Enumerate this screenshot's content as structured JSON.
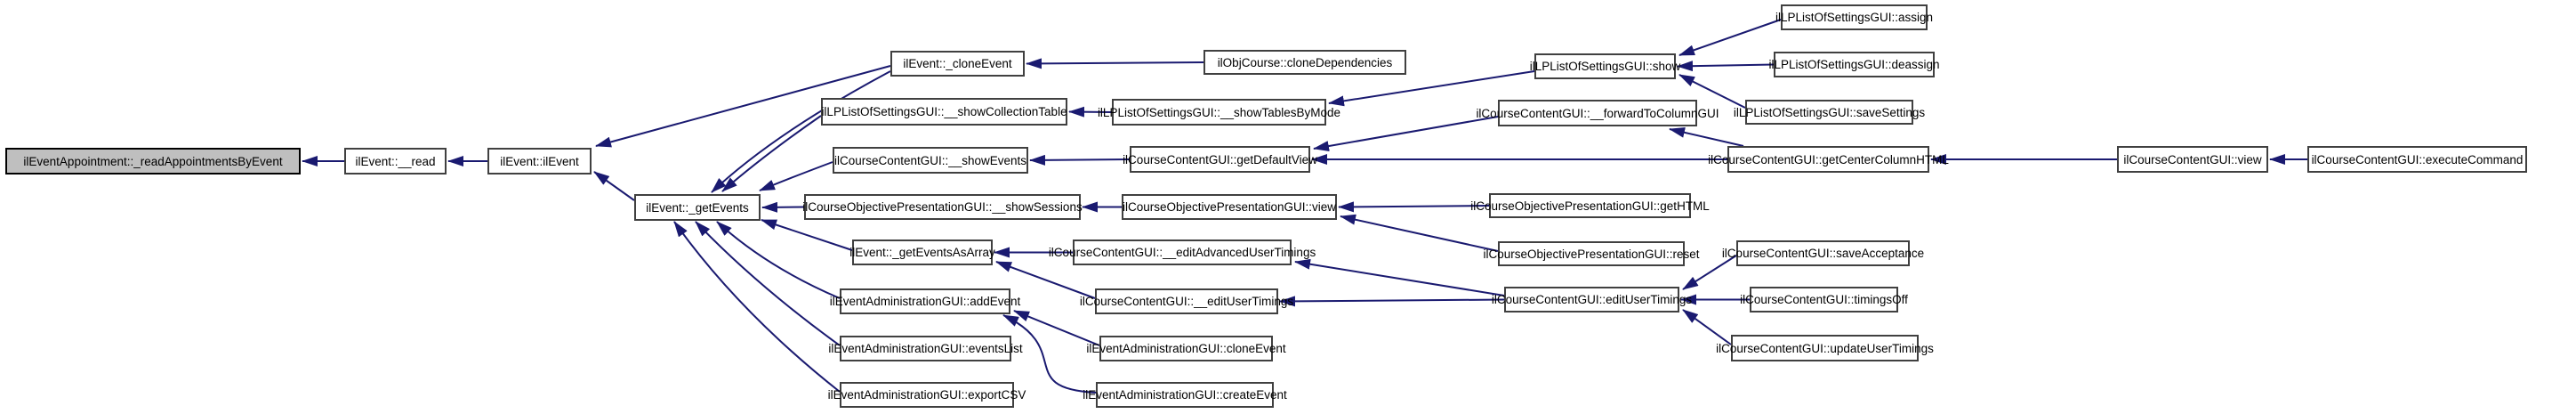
{
  "diagram": {
    "kind": "caller-graph",
    "highlighted_node": "ilEventAppointment::_readAppointmentsByEvent",
    "colors": {
      "background": "#ffffff",
      "edge": "#1a1a70",
      "node_fill": "#ffffff",
      "node_border": "#404040",
      "highlight_fill": "#bfbfbf",
      "highlight_border": "#000000",
      "text": "#000000"
    }
  },
  "nodes": [
    {
      "id": "readAppointmentsByEvent",
      "label": "ilEventAppointment::_readAppointmentsByEvent",
      "highlighted": true
    },
    {
      "id": "read",
      "label": "ilEvent::__read",
      "highlighted": false
    },
    {
      "id": "ctor",
      "label": "ilEvent::ilEvent",
      "highlighted": false
    },
    {
      "id": "getEvents",
      "label": "ilEvent::_getEvents",
      "highlighted": false
    },
    {
      "id": "cloneEvent",
      "label": "ilEvent::_cloneEvent",
      "highlighted": false
    },
    {
      "id": "showCollectionTable",
      "label": "ilLPListOfSettingsGUI::__showCollectionTable",
      "highlighted": false
    },
    {
      "id": "showEvents",
      "label": "ilCourseContentGUI::__showEvents",
      "highlighted": false
    },
    {
      "id": "showSessions",
      "label": "ilCourseObjectivePresentationGUI::__showSessions",
      "highlighted": false
    },
    {
      "id": "getEventsAsArray",
      "label": "ilEvent::_getEventsAsArray",
      "highlighted": false
    },
    {
      "id": "addEvent",
      "label": "ilEventAdministrationGUI::addEvent",
      "highlighted": false
    },
    {
      "id": "eventsList",
      "label": "ilEventAdministrationGUI::eventsList",
      "highlighted": false
    },
    {
      "id": "exportCSV",
      "label": "ilEventAdministrationGUI::exportCSV",
      "highlighted": false
    },
    {
      "id": "cloneDependencies",
      "label": "ilObjCourse::cloneDependencies",
      "highlighted": false
    },
    {
      "id": "showTablesByMode",
      "label": "ilLPListOfSettingsGUI::__showTablesByMode",
      "highlighted": false
    },
    {
      "id": "getDefaultView",
      "label": "ilCourseContentGUI::getDefaultView",
      "highlighted": false
    },
    {
      "id": "objView",
      "label": "ilCourseObjectivePresentationGUI::view",
      "highlighted": false
    },
    {
      "id": "editAdvancedUserTimings",
      "label": "ilCourseContentGUI::__editAdvancedUserTimings",
      "highlighted": false
    },
    {
      "id": "editUserTimingsPriv",
      "label": "ilCourseContentGUI::__editUserTimings",
      "highlighted": false
    },
    {
      "id": "adminCloneEvent",
      "label": "ilEventAdministrationGUI::cloneEvent",
      "highlighted": false
    },
    {
      "id": "createEvent",
      "label": "ilEventAdministrationGUI::createEvent",
      "highlighted": false
    },
    {
      "id": "show",
      "label": "ilLPListOfSettingsGUI::show",
      "highlighted": false
    },
    {
      "id": "forwardToColumnGUI",
      "label": "ilCourseContentGUI::__forwardToColumnGUI",
      "highlighted": false
    },
    {
      "id": "getHTML",
      "label": "ilCourseObjectivePresentationGUI::getHTML",
      "highlighted": false
    },
    {
      "id": "reset",
      "label": "ilCourseObjectivePresentationGUI::reset",
      "highlighted": false
    },
    {
      "id": "editUserTimings",
      "label": "ilCourseContentGUI::editUserTimings",
      "highlighted": false
    },
    {
      "id": "assign",
      "label": "ilLPListOfSettingsGUI::assign",
      "highlighted": false
    },
    {
      "id": "deassign",
      "label": "ilLPListOfSettingsGUI::deassign",
      "highlighted": false
    },
    {
      "id": "saveSettings",
      "label": "ilLPListOfSettingsGUI::saveSettings",
      "highlighted": false
    },
    {
      "id": "getCenterColumnHTML",
      "label": "ilCourseContentGUI::getCenterColumnHTML",
      "highlighted": false
    },
    {
      "id": "saveAcceptance",
      "label": "ilCourseContentGUI::saveAcceptance",
      "highlighted": false
    },
    {
      "id": "timingsOff",
      "label": "ilCourseContentGUI::timingsOff",
      "highlighted": false
    },
    {
      "id": "updateUserTimings",
      "label": "ilCourseContentGUI::updateUserTimings",
      "highlighted": false
    },
    {
      "id": "contentView",
      "label": "ilCourseContentGUI::view",
      "highlighted": false
    },
    {
      "id": "executeCommand",
      "label": "ilCourseContentGUI::executeCommand",
      "highlighted": false
    }
  ],
  "edges": [
    {
      "from": "read",
      "to": "readAppointmentsByEvent"
    },
    {
      "from": "ctor",
      "to": "read"
    },
    {
      "from": "cloneEvent",
      "to": "ctor"
    },
    {
      "from": "getEvents",
      "to": "ctor"
    },
    {
      "from": "cloneEvent",
      "to": "getEvents"
    },
    {
      "from": "showCollectionTable",
      "to": "getEvents"
    },
    {
      "from": "showEvents",
      "to": "getEvents"
    },
    {
      "from": "showSessions",
      "to": "getEvents"
    },
    {
      "from": "getEventsAsArray",
      "to": "getEvents"
    },
    {
      "from": "addEvent",
      "to": "getEvents"
    },
    {
      "from": "eventsList",
      "to": "getEvents"
    },
    {
      "from": "exportCSV",
      "to": "getEvents"
    },
    {
      "from": "cloneDependencies",
      "to": "cloneEvent"
    },
    {
      "from": "showTablesByMode",
      "to": "showCollectionTable"
    },
    {
      "from": "show",
      "to": "showTablesByMode"
    },
    {
      "from": "assign",
      "to": "show"
    },
    {
      "from": "deassign",
      "to": "show"
    },
    {
      "from": "saveSettings",
      "to": "show"
    },
    {
      "from": "getDefaultView",
      "to": "showEvents"
    },
    {
      "from": "forwardToColumnGUI",
      "to": "getDefaultView"
    },
    {
      "from": "getCenterColumnHTML",
      "to": "getDefaultView"
    },
    {
      "from": "getCenterColumnHTML",
      "to": "forwardToColumnGUI"
    },
    {
      "from": "contentView",
      "to": "getCenterColumnHTML"
    },
    {
      "from": "executeCommand",
      "to": "contentView"
    },
    {
      "from": "objView",
      "to": "showSessions"
    },
    {
      "from": "getHTML",
      "to": "objView"
    },
    {
      "from": "reset",
      "to": "objView"
    },
    {
      "from": "editAdvancedUserTimings",
      "to": "getEventsAsArray"
    },
    {
      "from": "editUserTimingsPriv",
      "to": "getEventsAsArray"
    },
    {
      "from": "editUserTimings",
      "to": "editAdvancedUserTimings"
    },
    {
      "from": "editUserTimings",
      "to": "editUserTimingsPriv"
    },
    {
      "from": "saveAcceptance",
      "to": "editUserTimings"
    },
    {
      "from": "timingsOff",
      "to": "editUserTimings"
    },
    {
      "from": "updateUserTimings",
      "to": "editUserTimings"
    },
    {
      "from": "adminCloneEvent",
      "to": "addEvent"
    },
    {
      "from": "createEvent",
      "to": "addEvent"
    }
  ]
}
